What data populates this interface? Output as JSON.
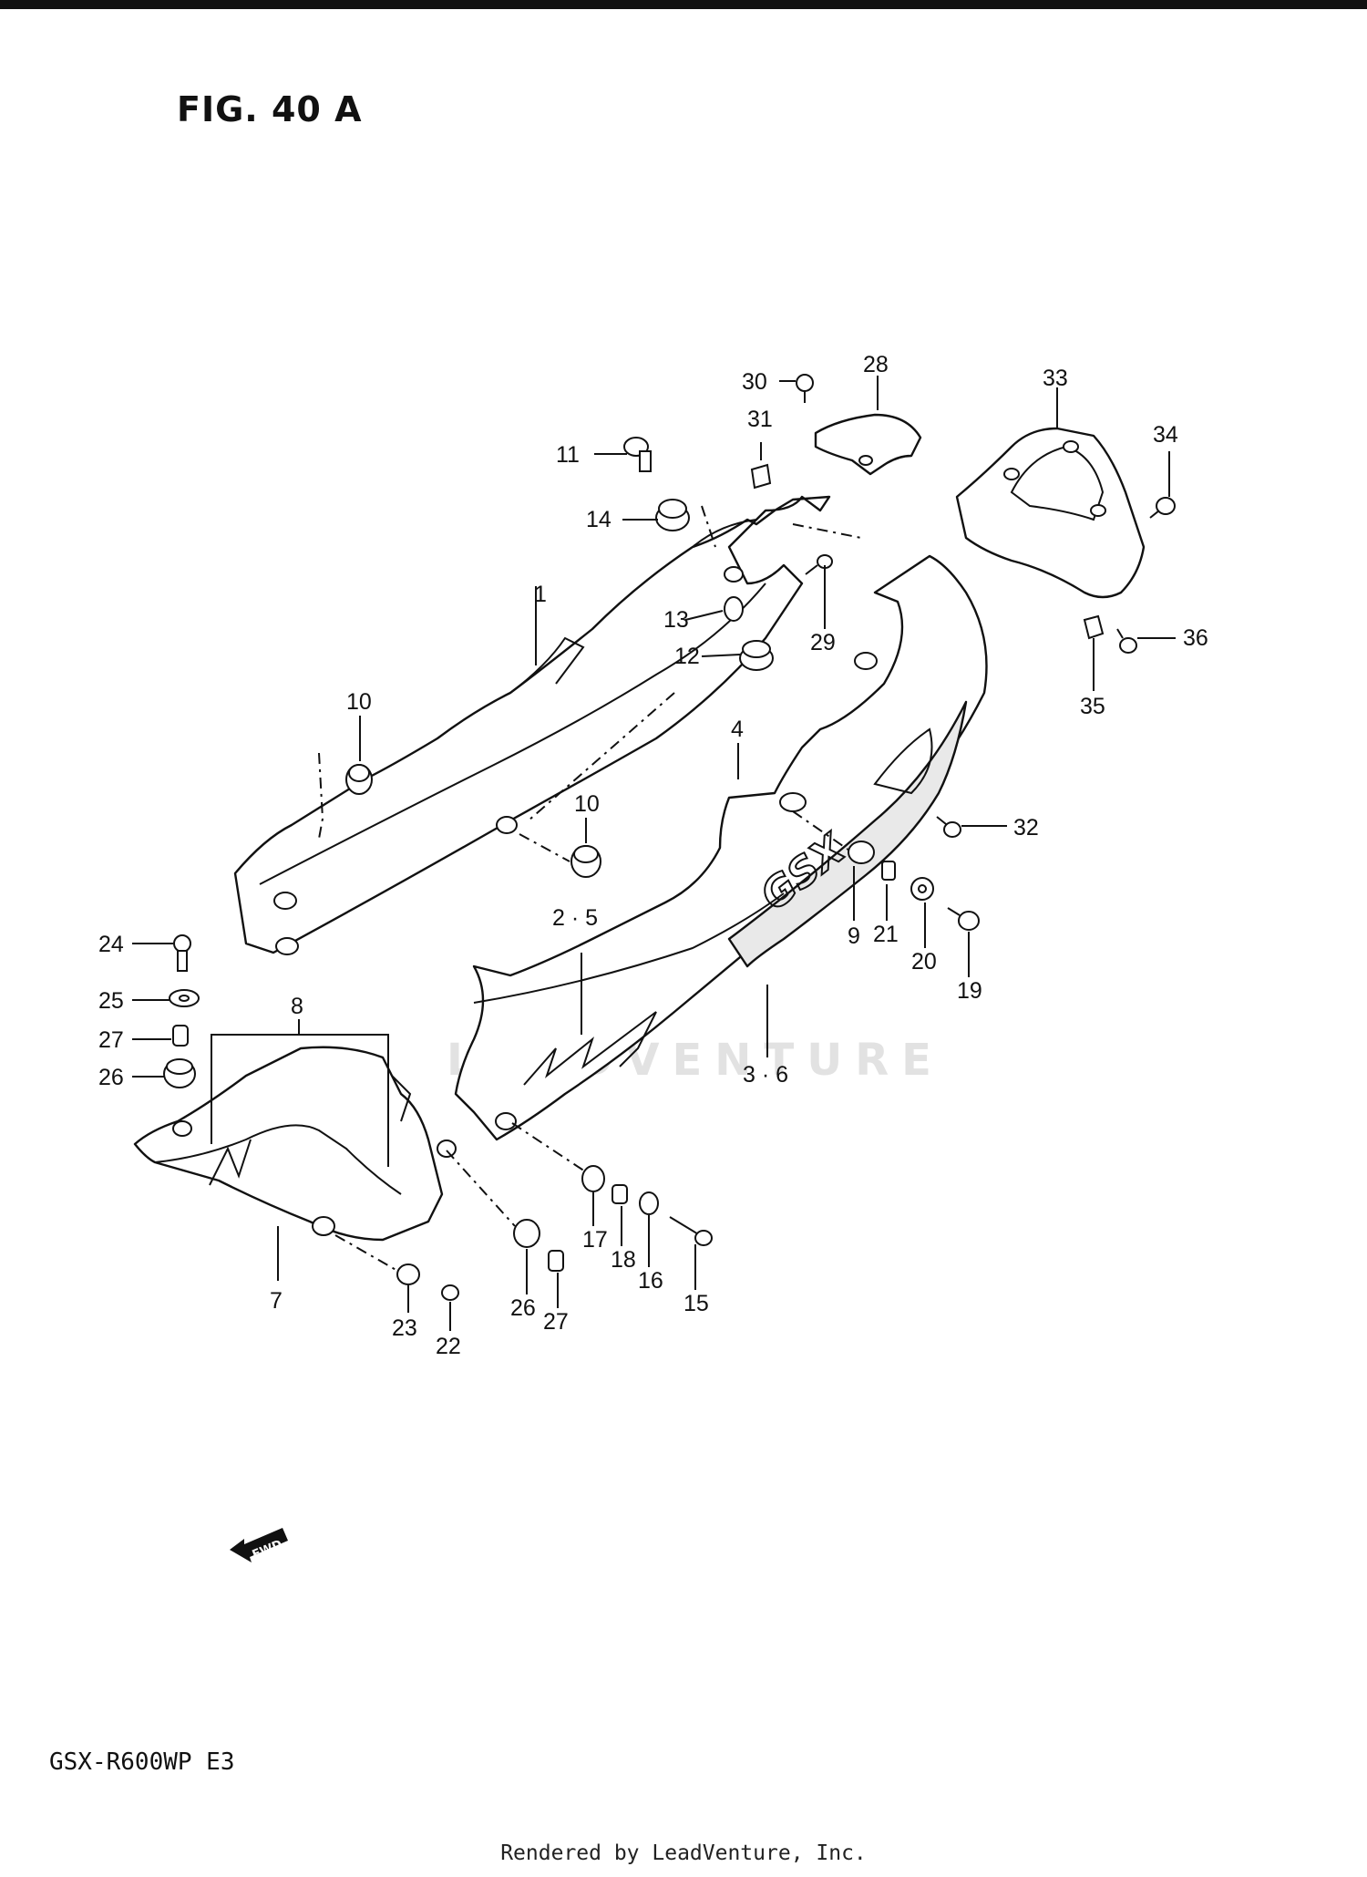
{
  "figure": {
    "title": "FIG. 40 A",
    "model": "GSX-R600WP E3",
    "footer": "Rendered by LeadVenture, Inc.",
    "watermark": "LEADVENTURE",
    "fwd_label": "FWD"
  },
  "callouts": {
    "c1": "1",
    "c2_5": "2 · 5",
    "c3_6": "3 · 6",
    "c4": "4",
    "c7": "7",
    "c8": "8",
    "c9": "9",
    "c10a": "10",
    "c10b": "10",
    "c11": "11",
    "c12": "12",
    "c13": "13",
    "c14": "14",
    "c15": "15",
    "c16": "16",
    "c17": "17",
    "c18": "18",
    "c19": "19",
    "c20": "20",
    "c21": "21",
    "c22": "22",
    "c23": "23",
    "c24": "24",
    "c25": "25",
    "c26a": "26",
    "c26b": "26",
    "c27a": "27",
    "c27b": "27",
    "c28": "28",
    "c29": "29",
    "c30": "30",
    "c31": "31",
    "c32": "32",
    "c33": "33",
    "c34": "34",
    "c35": "35",
    "c36": "36"
  }
}
